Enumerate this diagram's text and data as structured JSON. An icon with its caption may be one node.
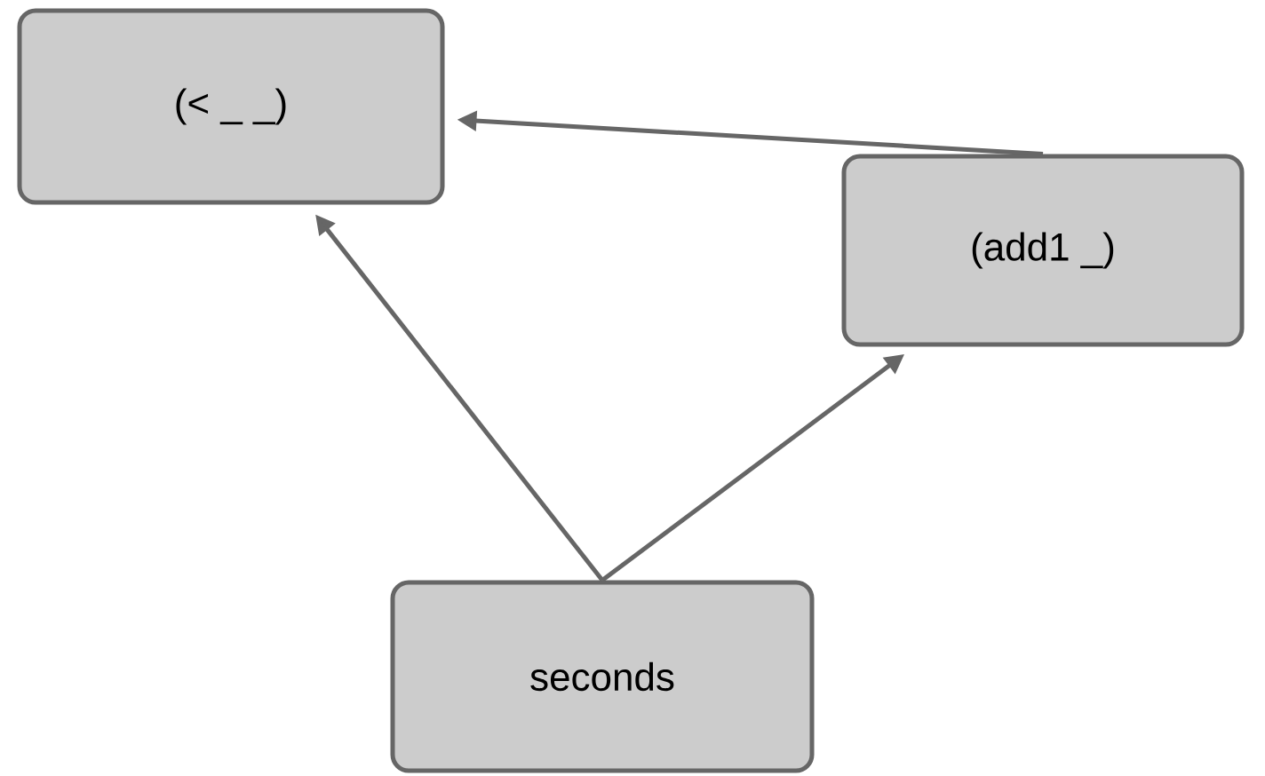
{
  "diagram": {
    "nodes": [
      {
        "text": [
          "(< _ _)"
        ]
      },
      {
        "text": [
          "(add1  _)"
        ]
      },
      {
        "text": [
          "seconds"
        ]
      }
    ],
    "edges": [
      {
        "from": 1,
        "to": 0,
        "arrow": "to"
      },
      {
        "from": 2,
        "to": 0,
        "arrow": "to"
      },
      {
        "from": 2,
        "to": 1,
        "arrow": "to"
      }
    ]
  }
}
